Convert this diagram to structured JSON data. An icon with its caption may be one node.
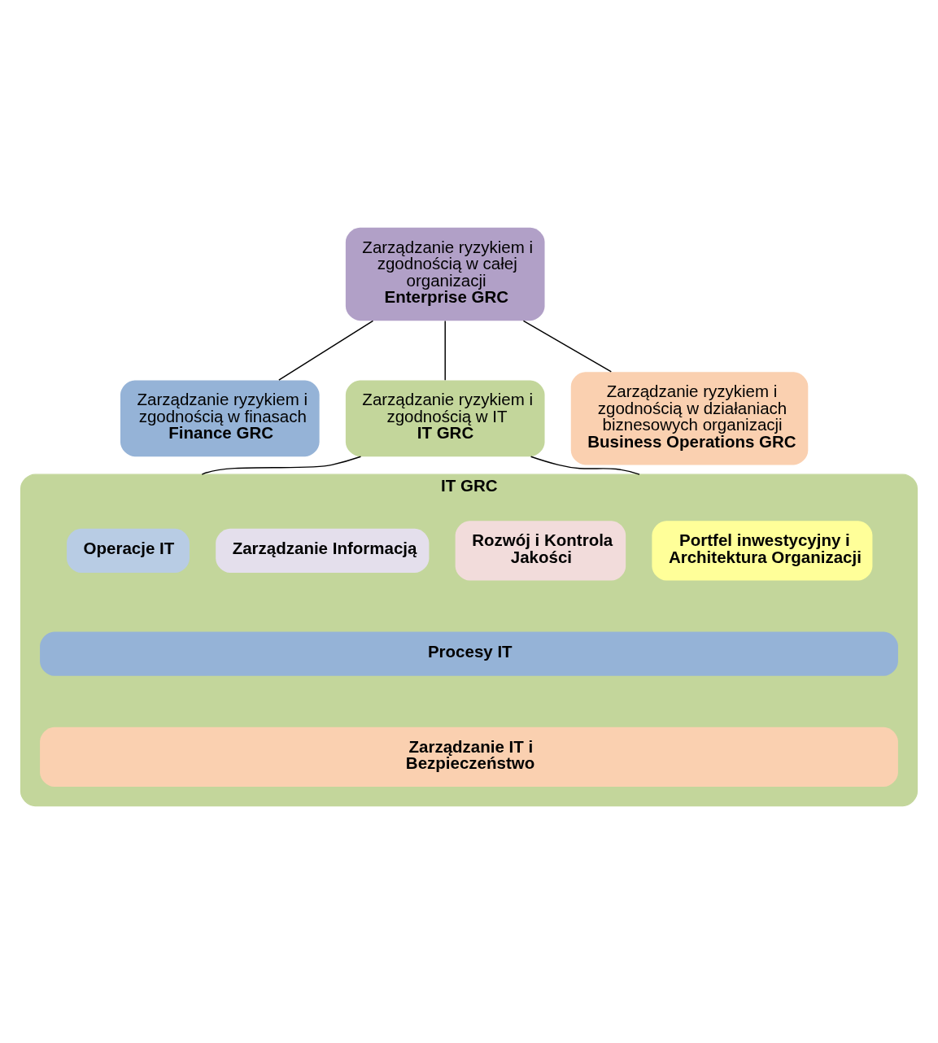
{
  "diagram": {
    "nodes": [
      {
        "text": [
          "Zarządzanie ryzykiem i zgodnością w całej organizacji",
          "Enterprise GRC"
        ]
      },
      {
        "text": [
          "Zarządzanie ryzykiem i zgodnością w finasach",
          "Finance GRC"
        ]
      },
      {
        "text": [
          "Zarządzanie ryzykiem i zgodnością w IT",
          "IT GRC"
        ]
      },
      {
        "text": [
          "Zarządzanie ryzykiem i zgodnością w działaniach biznesowych organizacji",
          "Business Operations GRC"
        ]
      },
      {
        "text": [
          "IT GRC"
        ]
      },
      {
        "text": [
          "Operacje IT"
        ],
        "in": 4
      },
      {
        "text": [
          "Zarządzanie Informacją"
        ],
        "in": 4
      },
      {
        "text": [
          "Rozwój i Kontrola Jakości"
        ],
        "in": 4
      },
      {
        "text": [
          "Portfel inwestycyjny i Architektura Organizacji"
        ],
        "in": 4
      },
      {
        "text": [
          "Procesy IT"
        ],
        "in": 4
      },
      {
        "text": [
          "Zarządzanie IT i Bezpieczeństwo"
        ],
        "in": 4
      }
    ],
    "edges": [
      {
        "from": 0,
        "to": 1,
        "arrow": "none"
      },
      {
        "from": 0,
        "to": 2,
        "arrow": "none"
      },
      {
        "from": 0,
        "to": 3,
        "arrow": "none"
      },
      {
        "from": 2,
        "to": 4,
        "arrow": "none"
      },
      {
        "from": 2,
        "to": 4,
        "arrow": "none"
      }
    ]
  }
}
